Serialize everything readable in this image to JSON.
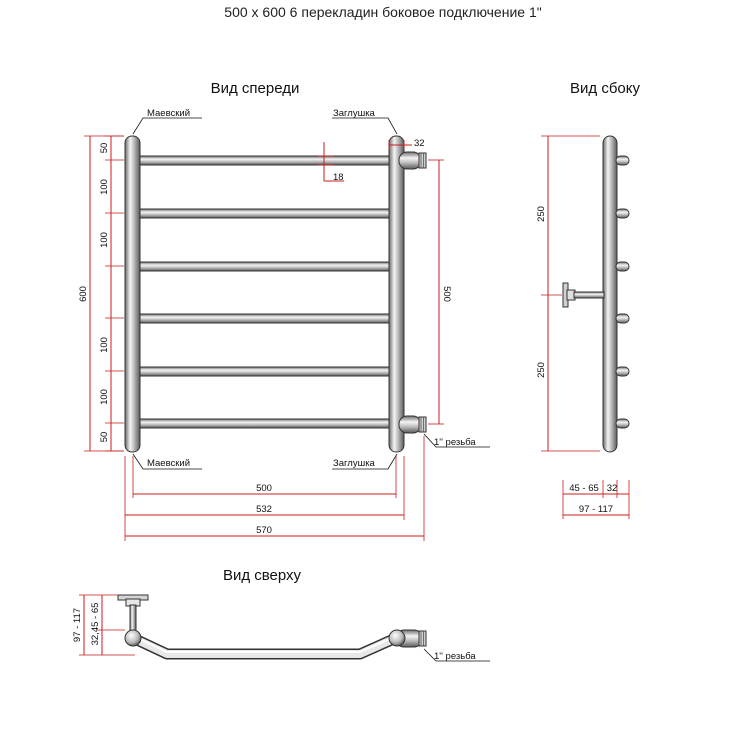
{
  "title": "500 x 600 6 перекладин боковое подключение 1\"",
  "views": {
    "front": "Вид спереди",
    "side": "Вид сбоку",
    "top": "Вид сверху"
  },
  "labels": {
    "mayevsky": "Маевский",
    "plug": "Заглушка",
    "thread": "1'' резьба"
  },
  "dims": {
    "d600": "600",
    "d50a": "50",
    "d100a": "100",
    "d100b": "100",
    "d100c": "100",
    "d100d": "100",
    "d50b": "50",
    "d500v": "500",
    "d32": "32",
    "d18": "18",
    "d500": "500",
    "d532": "532",
    "d570": "570",
    "d250a": "250",
    "d250b": "250",
    "side_small": "45 - 65",
    "side_32": "32",
    "side_big": "97 - 117",
    "top_big": "97 - 117",
    "top_small": "32,45 - 65"
  }
}
